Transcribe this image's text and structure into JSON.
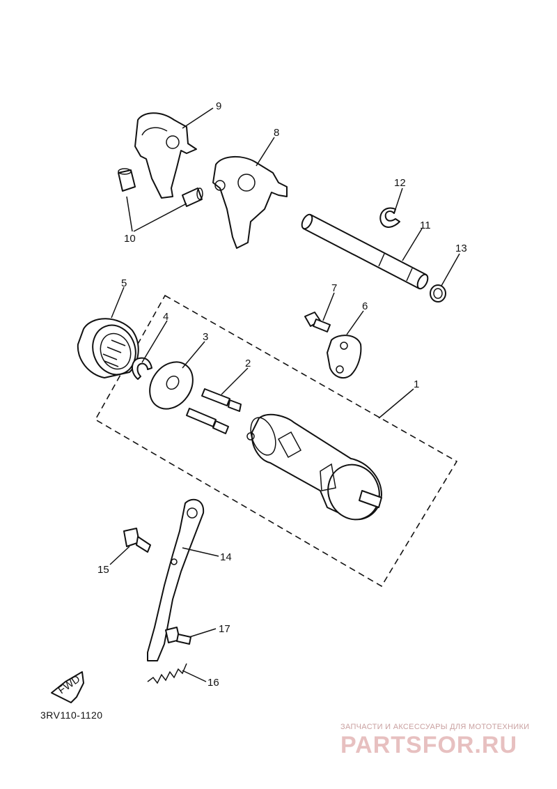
{
  "labels": {
    "l1": "1",
    "l2": "2",
    "l3": "3",
    "l4": "4",
    "l5": "5",
    "l6": "6",
    "l7": "7",
    "l8": "8",
    "l9": "9",
    "l10": "10",
    "l11": "11",
    "l12": "12",
    "l13": "13",
    "l14": "14",
    "l15": "15",
    "l16": "16",
    "l17": "17"
  },
  "fwd_label": "FWD",
  "drawing_code": "3RV110-1120",
  "watermark": {
    "tagline": "ЗАПЧАСТИ И АКСЕССУАРЫ ДЛЯ МОТОТЕХНИКИ",
    "logo": "PARTSFOR.RU"
  }
}
